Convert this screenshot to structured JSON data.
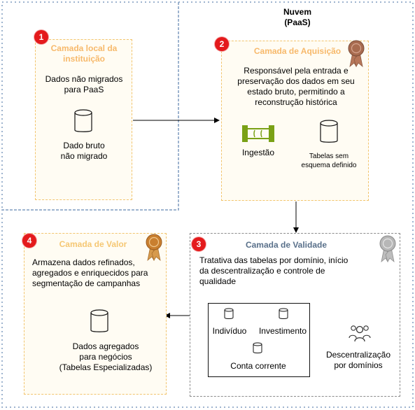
{
  "cloud": {
    "title": "Nuvem",
    "subtitle": "(PaaS)"
  },
  "layers": [
    {
      "number": "1",
      "title": "Camada local da\ninstituição",
      "description": "Dados não migrados\npara PaaS",
      "icon": "database-icon",
      "icon_label": "Dado bruto\nnão migrado"
    },
    {
      "number": "2",
      "title": "Camada de Aquisição",
      "description": "Responsável pela entrada e\npreservação dos dados em seu\nestado bruto, permitindo a\nreconstrução histórica",
      "left_icon": "pipe-icon",
      "left_label": "Ingestão",
      "right_icon": "database-icon",
      "right_label": "Tabelas sem\nesquema definido",
      "medal": "bronze-medal-icon"
    },
    {
      "number": "3",
      "title": "Camada de Validade",
      "description": "Tratativa das tabelas por domínio, início\nda descentralização e controle de\nqualidade",
      "inner_labels": {
        "individuo": "Indivíduo",
        "investimento": "Investimento",
        "conta_corrente": "Conta corrente"
      },
      "decentralization_label": "Descentralização\npor domínios",
      "medal": "silver-medal-icon"
    },
    {
      "number": "4",
      "title": "Camada de Valor",
      "description": "Armazena dados refinados,\nagregados e enriquecidos para\nsegmentação de campanhas",
      "icon_label": "Dados agregados\npara negócios\n(Tabelas Especializadas)",
      "medal": "gold-medal-icon"
    }
  ],
  "colors": {
    "orange_title": "#f7b96b",
    "grey_title": "#59708a",
    "badge_red": "#e41a1c",
    "dashed_orange": "#f2c46d",
    "dashed_blue": "#7f9bbf",
    "pipe_green": "#7aa116"
  }
}
